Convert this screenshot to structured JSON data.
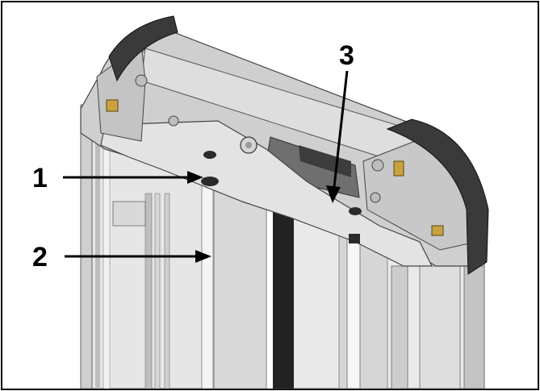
{
  "figure": {
    "description_hidden": false,
    "callouts": [
      {
        "id": "c1",
        "label": "1"
      },
      {
        "id": "c2",
        "label": "2"
      },
      {
        "id": "c3",
        "label": "3"
      }
    ],
    "colors": {
      "frame": "#000000",
      "metal_light": "#e6e6e6",
      "metal_mid": "#c9c9c9",
      "metal_dark": "#9a9a9a",
      "cap": "#3a3a3a",
      "rod": "#222222",
      "bracket": "#c8a23c"
    }
  }
}
